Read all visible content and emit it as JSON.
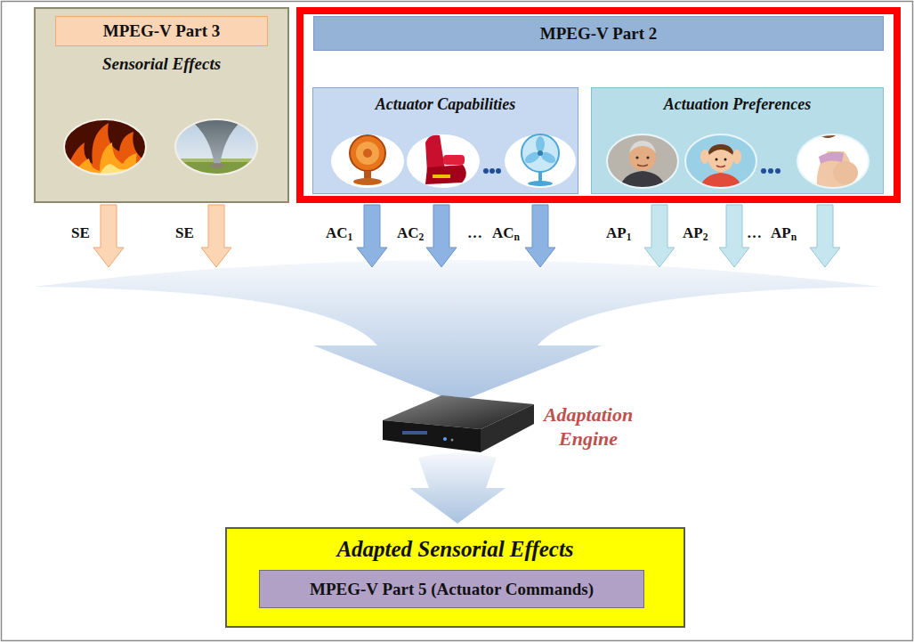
{
  "diagram": {
    "nodes": [
      {
        "text": [
          "MPEG-V Part 3",
          "Sensorial Effects"
        ]
      },
      {
        "text": [
          "MPEG-V Part 2"
        ]
      },
      {
        "text": [
          "Actuator Capabilities"
        ],
        "in": 1
      },
      {
        "text": [
          "Actuation Preferences"
        ],
        "in": 1
      },
      {
        "text": [
          "Adapted Sensorial Effects"
        ]
      },
      {
        "text": [
          "MPEG-V Part 5 (Actuator Commands)"
        ],
        "in": 4
      }
    ],
    "labels": [
      "SE",
      "SE",
      "AC1",
      "AC2",
      "…",
      "ACn",
      "AP1",
      "AP2",
      "…",
      "APn",
      "Adaptation Engine"
    ]
  }
}
